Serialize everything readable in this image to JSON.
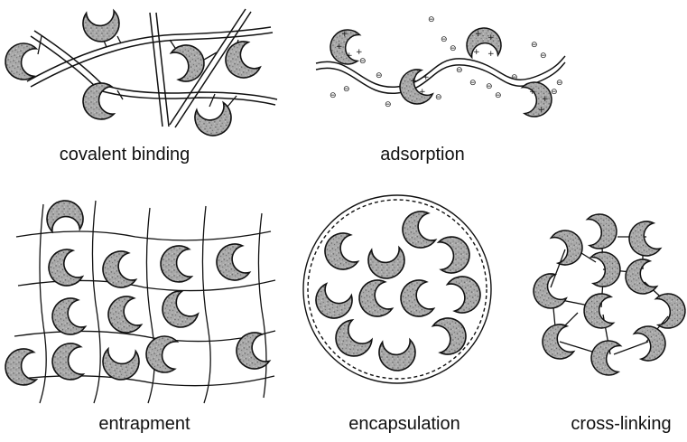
{
  "labels": {
    "covalent": "covalent binding",
    "adsorption": "adsorption",
    "entrapment": "entrapment",
    "encapsulation": "encapsulation",
    "crosslinking": "cross-linking"
  },
  "charge_symbols": {
    "negative": "⊖",
    "positive": "+"
  }
}
